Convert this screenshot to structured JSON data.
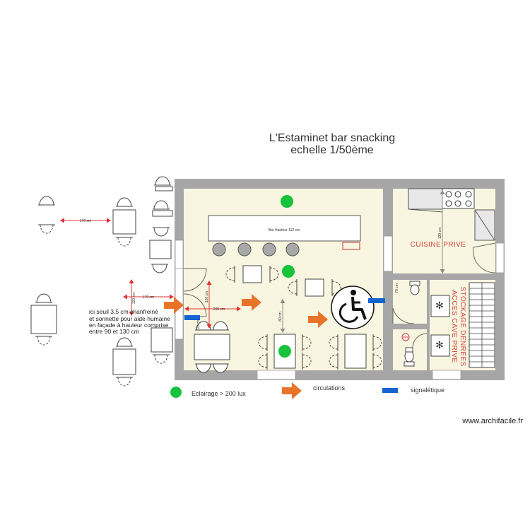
{
  "title": {
    "line1": "L'Estaminet bar snacking",
    "line2": "echelle 1/50ème"
  },
  "rooms": {
    "kitchen": "CUISINE PRIVE",
    "storage_line1": "STOCKAGE DENREES",
    "storage_line2": "ACCES CAVE PRIVE"
  },
  "bar_label": "Bar Hauteur 112 cm",
  "dimensions": {
    "outside_top": "170 cm",
    "entrance_horizontal": "170 cm",
    "entrance_vertical": "120 cm",
    "entrance_vertical_2": "120 cm",
    "inside_horizontal": "200 cm",
    "inside_vertical": "120 cm",
    "aisle_vertical": "80 cm",
    "kitchen_vertical": "120 cm",
    "wc_width": "70 cm"
  },
  "notes": {
    "line1": "ici seuil 3.5 cm chanfreiné",
    "line2": "et sonnette pour aide humaine",
    "line3": "en façade à hauteur comprise",
    "line4": "entre 90 et 130 cm"
  },
  "legend": {
    "lighting": "Eclairage > 200 lux",
    "circulation": "circulations",
    "signage": "signalétique"
  },
  "watermark": "www.archifacile.fr",
  "colors": {
    "wall": "#a6a6a6",
    "floor": "#f8f6e0",
    "light": "#18c23a",
    "arrow": "#e8742a",
    "signage": "#1464d2",
    "dimension": "#e03030",
    "room_text": "#d64040"
  },
  "icons": [
    "wheelchair-icon",
    "stove-icon",
    "toilet-icon",
    "sink-icon",
    "door-icon",
    "stair-icon"
  ]
}
